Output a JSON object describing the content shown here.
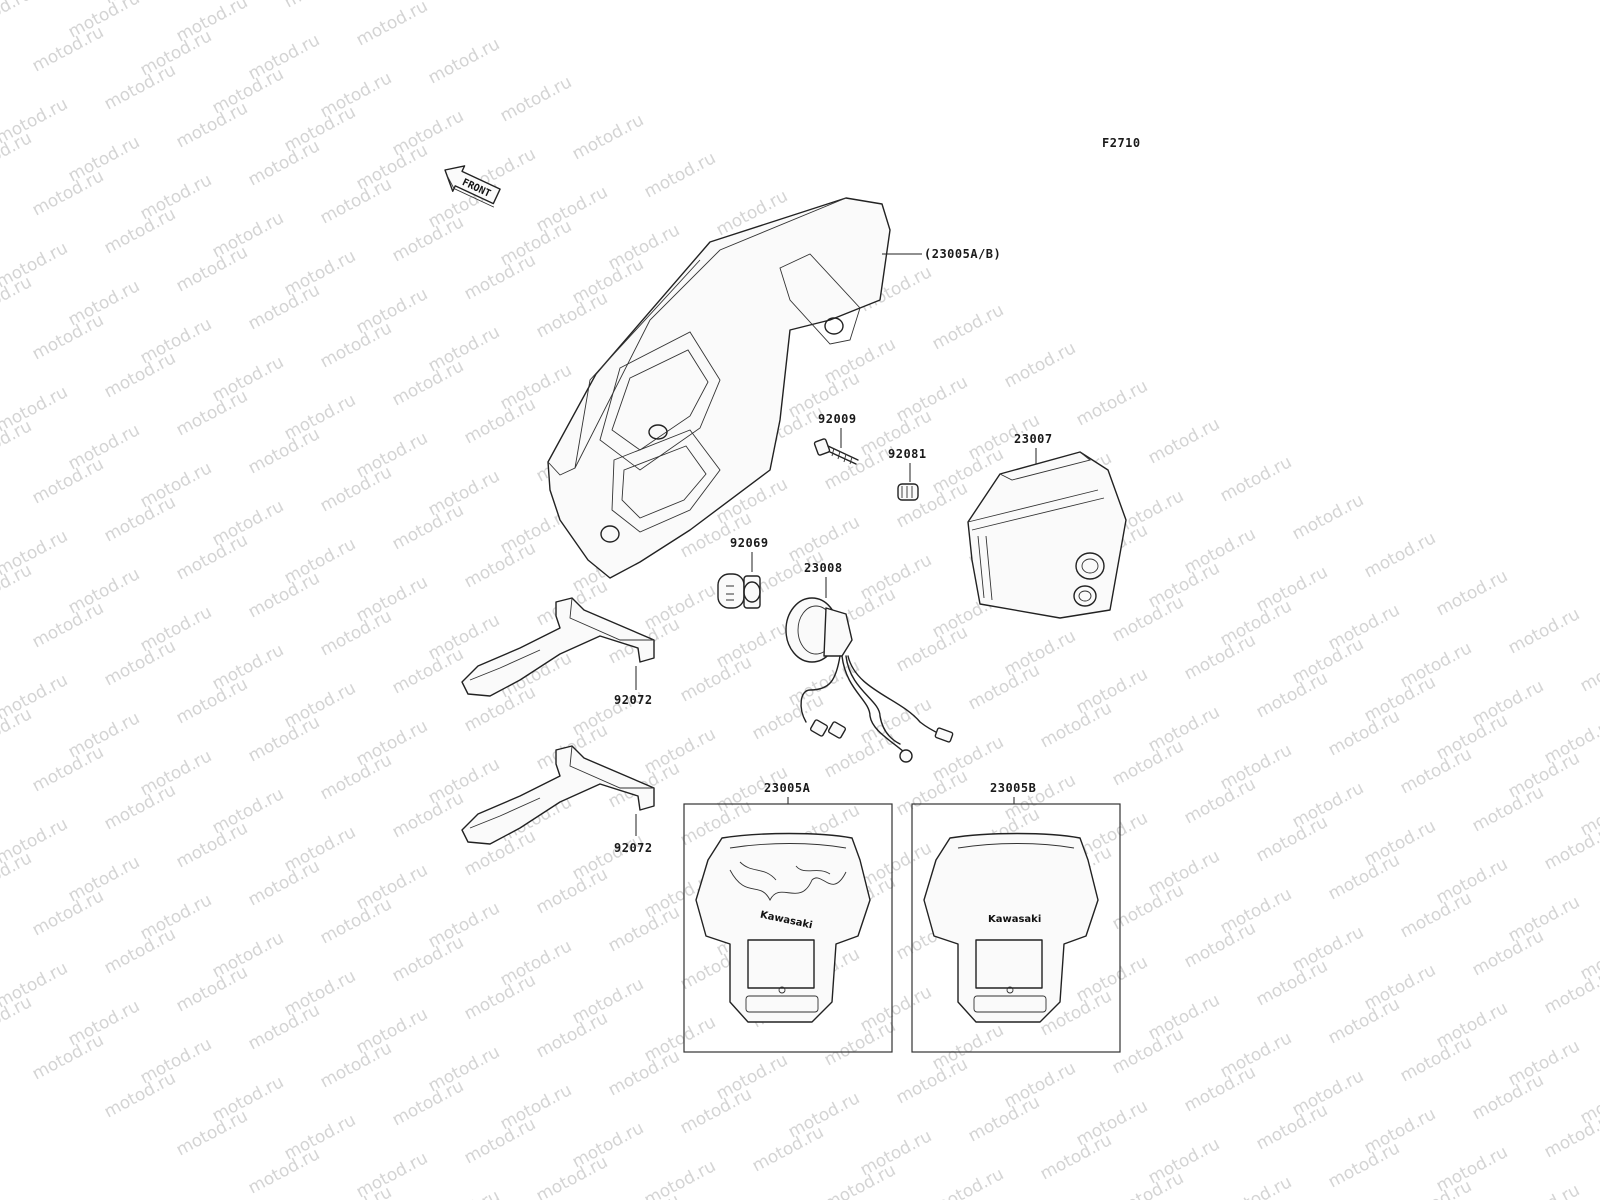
{
  "diagram_code": "F2710",
  "watermark": "motod.ru",
  "front_arrow_label": "FRONT",
  "parts": {
    "headlight_cover": "(23005A/B)",
    "bolt": "92009",
    "grommet": "92081",
    "headlight_unit": "23007",
    "bulb": "92069",
    "socket": "23008",
    "bracket_upper": "92072",
    "bracket_lower": "92072",
    "variant_a": "23005A",
    "variant_b": "23005B"
  },
  "brand_text": "Kawasaki",
  "colors": {
    "line": "#222222",
    "watermark": "#d4d4d4",
    "background": "#ffffff"
  }
}
